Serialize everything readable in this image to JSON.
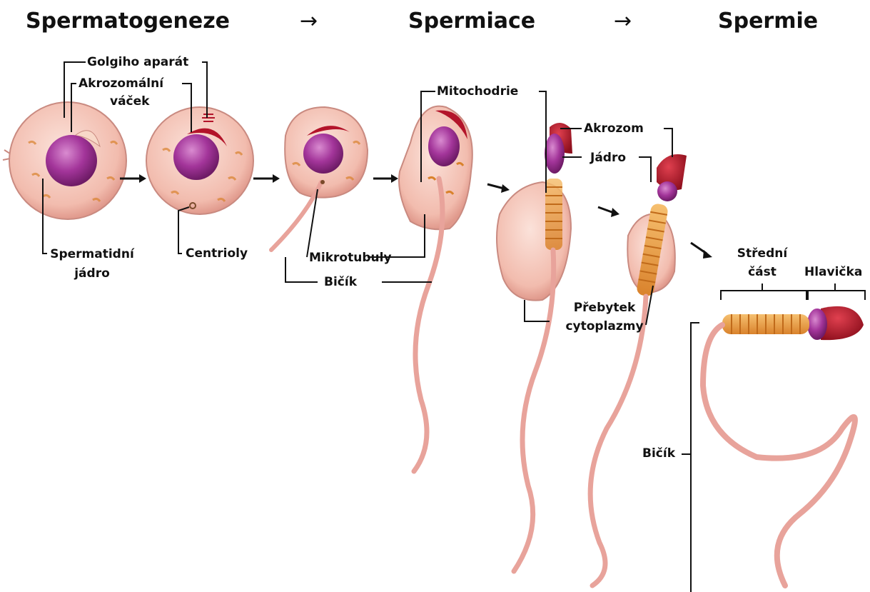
{
  "titles": {
    "spermatogenesis": "Spermatogeneze",
    "arrow1": "→",
    "spermiogenesis": "Spermiace",
    "arrow2": "→",
    "spermatozoon": "Spermie"
  },
  "labels": {
    "golgi": "Golgiho aparát",
    "acrosomal_vesicle_1": "Akrozomální",
    "acrosomal_vesicle_2": "váček",
    "spermatid_nucleus_1": "Spermatidní",
    "spermatid_nucleus_2": "jádro",
    "centrioles": "Centrioly",
    "microtubules": "Mikrotubuly",
    "flagellum": "Bičík",
    "mitochondria": "Mitochodrie",
    "acrosome": "Akrozom",
    "nucleus": "Jádro",
    "excess_cytoplasm_1": "Přebytek",
    "excess_cytoplasm_2": "cytoplazmy",
    "midpiece_1": "Střední",
    "midpiece_2": "část",
    "head": "Hlavička",
    "flagellum_mature": "Bičík"
  },
  "colors": {
    "cell_body": "#f4c4b8",
    "cell_border": "#c98a80",
    "nucleus": "#9b2f8e",
    "acrosome": "#b3142a",
    "mitochondria": "#e89a3c",
    "tail": "#e8a39b"
  }
}
